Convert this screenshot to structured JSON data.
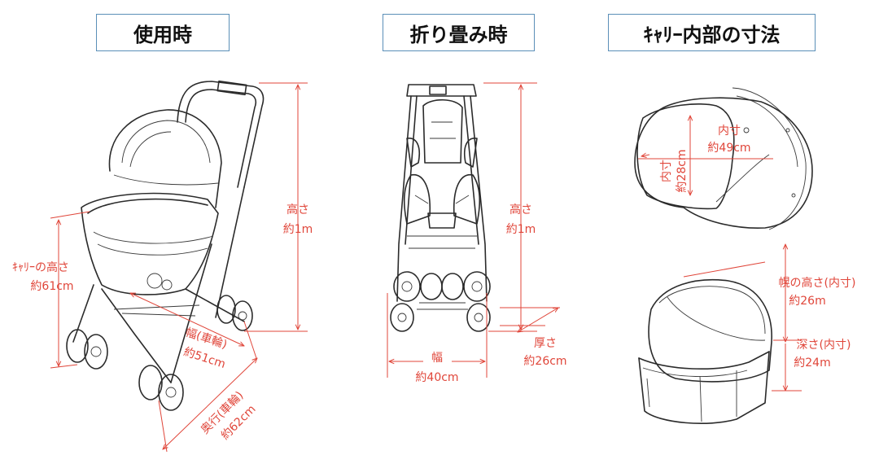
{
  "panels": {
    "in_use": "使用時",
    "folded": "折り畳み時",
    "carrier": "ｷｬﾘｰ内部の寸法"
  },
  "dimensions": {
    "use_height_1": "高さ",
    "use_height_2": "約1m",
    "carrier_height_1": "ｷｬﾘｰの高さ",
    "carrier_height_2": "約61cm",
    "wheel_width_1": "幅(車輪)",
    "wheel_width_2": "約51cm",
    "depth_1": "奥行(車輪)",
    "depth_2": "約62cm",
    "fold_height_1": "高さ",
    "fold_height_2": "約1m",
    "fold_width_1": "幅",
    "fold_width_2": "約40cm",
    "fold_thick_1": "厚さ",
    "fold_thick_2": "約26cm",
    "inner_len_1": "内寸",
    "inner_len_2": "約49cm",
    "inner_wid_1": "内寸",
    "inner_wid_2": "約28cm",
    "hood_h_1": "幌の高さ(内寸)",
    "hood_h_2": "約26m",
    "deep_1": "深さ(内寸)",
    "deep_2": "約24m"
  },
  "colors": {
    "dimension": "#e0463a",
    "title_border": "#5b8fb8",
    "line_art": "#2b2b2b"
  }
}
